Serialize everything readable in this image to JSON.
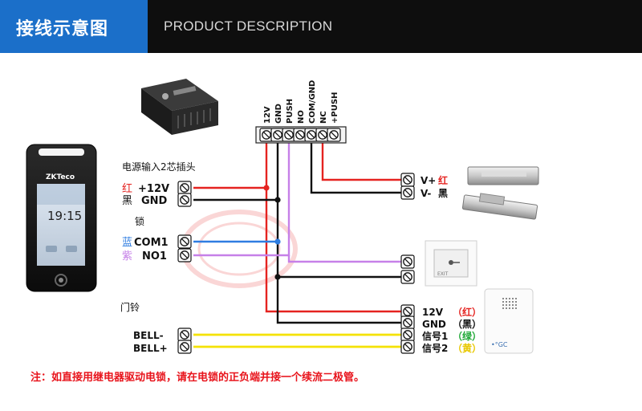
{
  "header": {
    "section_title": "接线示意图",
    "section_subtitle": "PRODUCT DESCRIPTION"
  },
  "colors": {
    "accent_blue": "#1b6fc9",
    "wire_red": "#e52320",
    "wire_black": "#111111",
    "wire_blue": "#2f7de1",
    "wire_purple": "#c680e8",
    "wire_yellow": "#f4e200",
    "note_red": "#e8141c"
  },
  "device": {
    "time": "19:15",
    "brand": "ZKTeco"
  },
  "power_supply": {
    "title": "电源输入2芯插头",
    "terminals": [
      {
        "color_word": "红",
        "label": "+12V"
      },
      {
        "color_word": "黑",
        "label": "GND"
      }
    ]
  },
  "controller_terminal": {
    "pins": [
      "12V",
      "GND",
      "PUSH",
      "NO",
      "COM/GND",
      "NC",
      "+PUSH"
    ]
  },
  "lock_section": {
    "title": "锁",
    "terminals": [
      {
        "color_word": "蓝",
        "label": "COM1"
      },
      {
        "color_word": "紫",
        "label": "NO1"
      }
    ]
  },
  "maglock": {
    "terminals": [
      {
        "label": "V+",
        "color_word": "红"
      },
      {
        "label": "V-",
        "color_word": "黑"
      }
    ]
  },
  "exit_button": {
    "label": "EXIT"
  },
  "bell_section": {
    "title": "门铃",
    "terminals": [
      "BELL-",
      "BELL+"
    ]
  },
  "doorbell": {
    "terminals": [
      {
        "label": "12V",
        "color_word": "（红）"
      },
      {
        "label": "GND",
        "color_word": "（黑）"
      },
      {
        "label": "信号1",
        "color_word": "（绿）"
      },
      {
        "label": "信号2",
        "color_word": "（黄）"
      }
    ],
    "mark": "•°GC"
  },
  "footer_note": "注：如直接用继电器驱动电锁，请在电锁的正负端并接一个续流二极管。"
}
